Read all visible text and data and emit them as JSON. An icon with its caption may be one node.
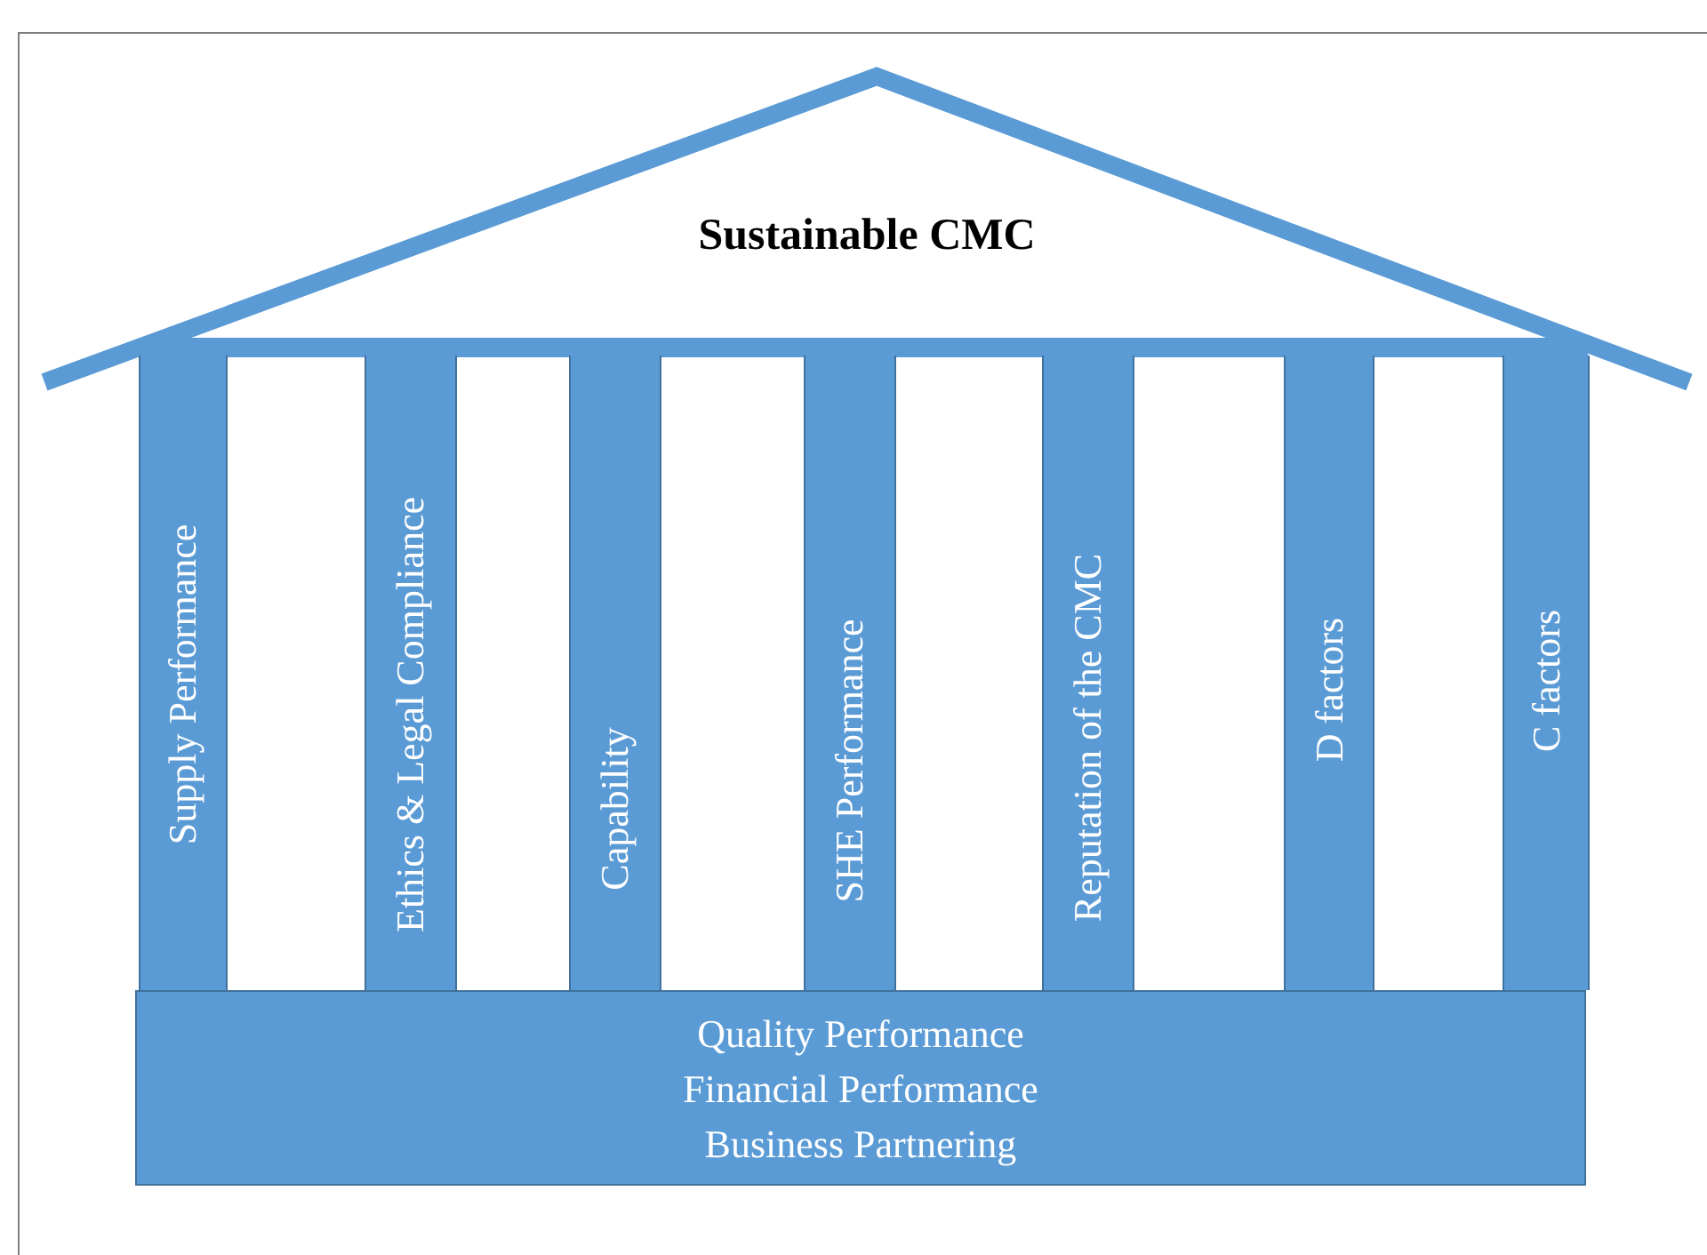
{
  "diagram": {
    "nodes": [
      {
        "text": [
          "Sustainable CMC"
        ]
      },
      {
        "text": [
          "Supply  Performance"
        ]
      },
      {
        "text": [
          "Ethics & Legal Compliance"
        ]
      },
      {
        "text": [
          "Capability"
        ]
      },
      {
        "text": [
          "SHE Performance"
        ]
      },
      {
        "text": [
          "Reputation of the CMC"
        ]
      },
      {
        "text": [
          "D factors"
        ]
      },
      {
        "text": [
          "C factors"
        ]
      },
      {
        "text": [
          "Quality Performance",
          "Financial Performance",
          "Business Partnering"
        ]
      }
    ]
  }
}
